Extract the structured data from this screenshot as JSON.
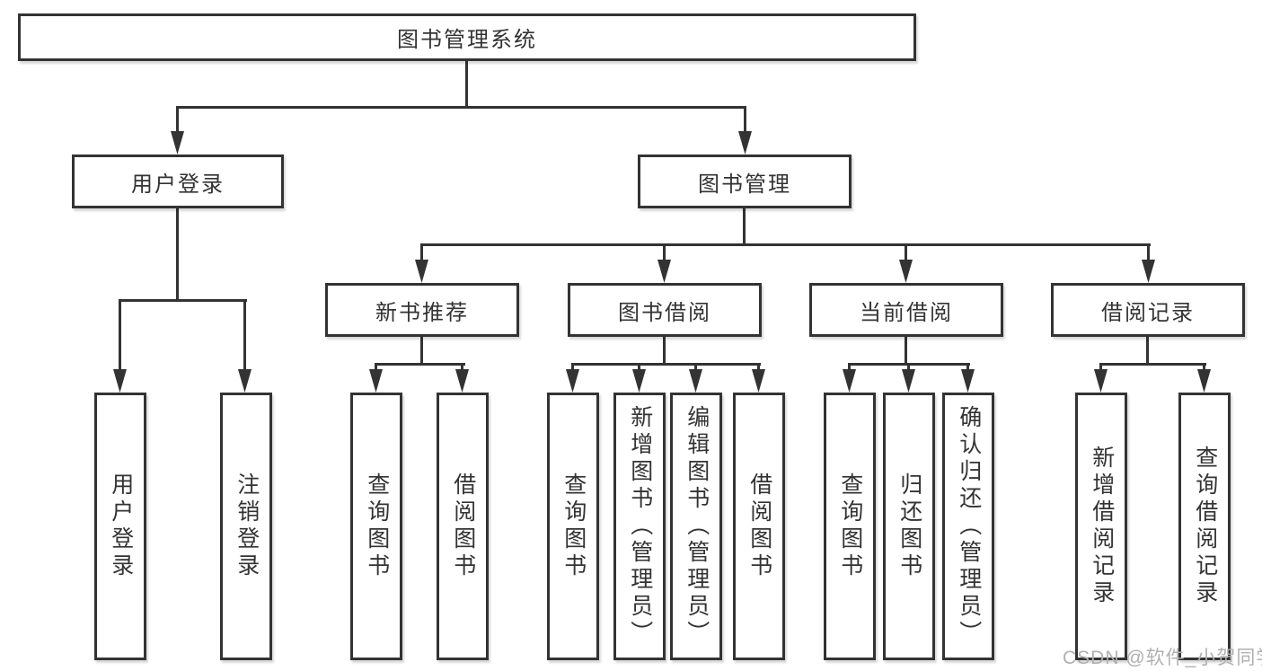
{
  "title": "图书管理系统",
  "colors": {
    "line": "#333333",
    "text": "#333333",
    "background": "#ffffff",
    "watermark": "#b0b0b0"
  },
  "watermark": "CSDN @软件_小贺同学",
  "tree": {
    "root": {
      "label": "图书管理系统"
    },
    "level2": [
      {
        "label": "用户登录",
        "leaves": [
          {
            "label": "用户登录"
          },
          {
            "label": "注销登录"
          }
        ]
      },
      {
        "label": "图书管理",
        "level3": [
          {
            "label": "新书推荐",
            "leaves": [
              {
                "label": "查询图书"
              },
              {
                "label": "借阅图书"
              }
            ]
          },
          {
            "label": "图书借阅",
            "leaves": [
              {
                "label": "查询图书"
              },
              {
                "label": "新增图书（管理员）"
              },
              {
                "label": "编辑图书（管理员）"
              },
              {
                "label": "借阅图书"
              }
            ]
          },
          {
            "label": "当前借阅",
            "leaves": [
              {
                "label": "查询图书"
              },
              {
                "label": "归还图书"
              },
              {
                "label": "确认归还（管理员）"
              }
            ]
          },
          {
            "label": "借阅记录",
            "leaves": [
              {
                "label": "新增借阅记录"
              },
              {
                "label": "查询借阅记录"
              }
            ]
          }
        ]
      }
    ]
  }
}
